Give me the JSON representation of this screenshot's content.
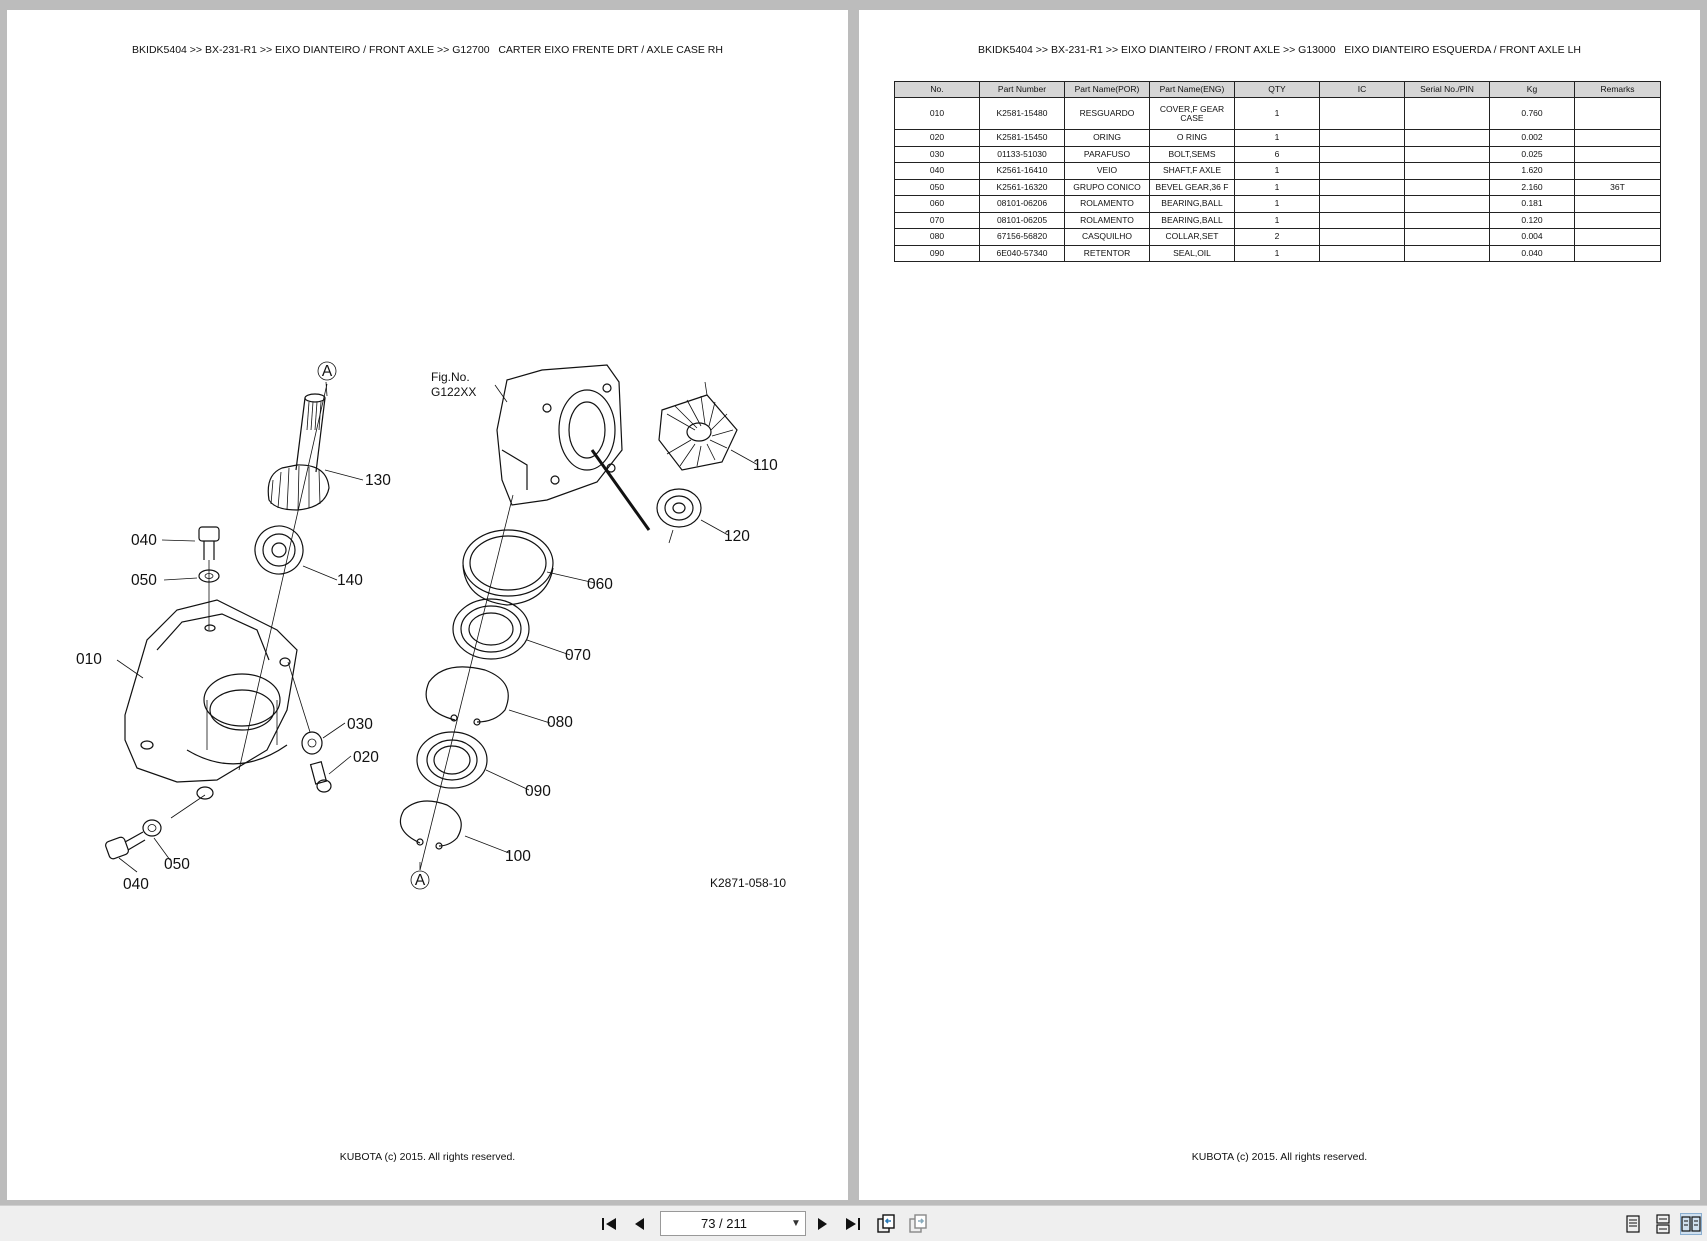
{
  "left_page": {
    "breadcrumb": "BKIDK5404 >> BX-231-R1 >> EIXO DIANTEIRO / FRONT AXLE >> G12700   CARTER EIXO FRENTE DRT / AXLE CASE RH",
    "fig_no_line1": "Fig.No.",
    "fig_no_line2": "G122XX",
    "drawing_code": "K2871-058-10",
    "callouts": {
      "c010": "010",
      "c020": "020",
      "c030": "030",
      "c040a": "040",
      "c040b": "040",
      "c050a": "050",
      "c050b": "050",
      "c060": "060",
      "c070": "070",
      "c080": "080",
      "c090": "090",
      "c100": "100",
      "c110": "110",
      "c120": "120",
      "c130": "130",
      "c140": "140",
      "refA1": "A",
      "refA2": "A"
    },
    "footer": "KUBOTA (c) 2015. All rights reserved."
  },
  "right_page": {
    "breadcrumb": "BKIDK5404 >> BX-231-R1 >> EIXO DIANTEIRO / FRONT AXLE >> G13000   EIXO DIANTEIRO ESQUERDA / FRONT AXLE LH",
    "table": {
      "headers": [
        "No.",
        "Part Number",
        "Part Name(POR)",
        "Part Name(ENG)",
        "QTY",
        "IC",
        "Serial No./PIN",
        "Kg",
        "Remarks"
      ],
      "rows": [
        [
          "010",
          "K2581-15480",
          "RESGUARDO",
          "COVER,F GEAR CASE",
          "1",
          "",
          "",
          "0.760",
          ""
        ],
        [
          "020",
          "K2581-15450",
          "ORING",
          "O RING",
          "1",
          "",
          "",
          "0.002",
          ""
        ],
        [
          "030",
          "01133-51030",
          "PARAFUSO",
          "BOLT,SEMS",
          "6",
          "",
          "",
          "0.025",
          ""
        ],
        [
          "040",
          "K2561-16410",
          "VEIO",
          "SHAFT,F AXLE",
          "1",
          "",
          "",
          "1.620",
          ""
        ],
        [
          "050",
          "K2561-16320",
          "GRUPO CONICO",
          "BEVEL GEAR,36 F",
          "1",
          "",
          "",
          "2.160",
          "36T"
        ],
        [
          "060",
          "08101-06206",
          "ROLAMENTO",
          "BEARING,BALL",
          "1",
          "",
          "",
          "0.181",
          ""
        ],
        [
          "070",
          "08101-06205",
          "ROLAMENTO",
          "BEARING,BALL",
          "1",
          "",
          "",
          "0.120",
          ""
        ],
        [
          "080",
          "67156-56820",
          "CASQUILHO",
          "COLLAR,SET",
          "2",
          "",
          "",
          "0.004",
          ""
        ],
        [
          "090",
          "6E040-57340",
          "RETENTOR",
          "SEAL,OIL",
          "1",
          "",
          "",
          "0.040",
          ""
        ]
      ]
    },
    "footer": "KUBOTA (c) 2015. All rights reserved."
  },
  "toolbar": {
    "page_indicator": "73 / 211",
    "icons": {
      "first": "first-page-icon",
      "prev": "previous-page-icon",
      "next": "next-page-icon",
      "last": "last-page-icon",
      "back": "previous-view-icon",
      "forward": "next-view-icon",
      "single": "single-page-view-icon",
      "continuous": "continuous-view-icon",
      "facing": "facing-pages-view-icon"
    }
  }
}
